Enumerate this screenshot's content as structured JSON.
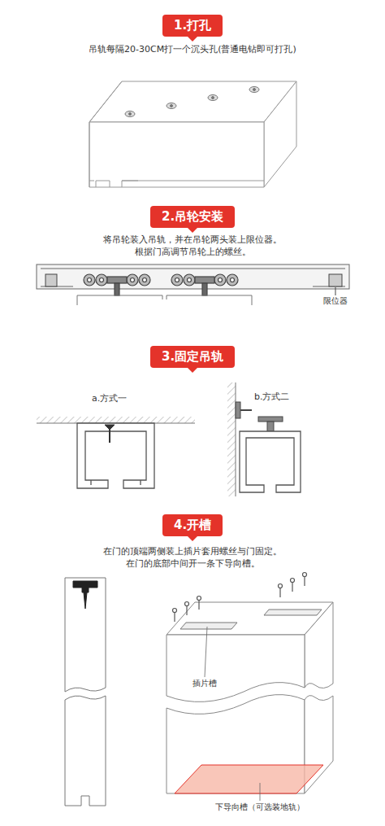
{
  "diagram": {
    "nodes": [
      {
        "text": [
          "1.打孔"
        ]
      },
      {
        "text": [
          "2.吊轮安装"
        ]
      },
      {
        "text": [
          "3.固定吊轨"
        ]
      },
      {
        "text": [
          "4.开槽"
        ]
      }
    ],
    "labels": [
      "吊轨每隔20-30CM打一个沉头孔(普通电钻即可打孔)",
      "将吊轮装入吊轨，并在吊轮两头装上限位器。",
      "根据门高调节吊轮上的螺丝。",
      "限位器",
      "a.方式一",
      "b.方式二",
      "在门的顶端两侧装上插片套用螺丝与门固定。",
      "在门的底部中间开一条下导向槽。",
      "插片槽",
      "下导向槽（可选装地轨）"
    ]
  }
}
